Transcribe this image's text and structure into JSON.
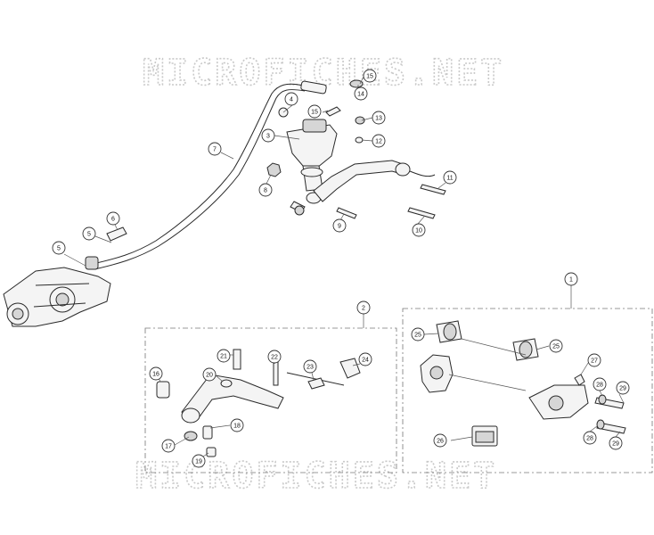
{
  "watermark": {
    "top": "MICROFICHES.NET",
    "bottom": "MICROFICHES.NET"
  },
  "callouts": {
    "c1": "1",
    "c2": "2",
    "c3": "3",
    "c4": "4",
    "c5a": "5",
    "c5b": "5",
    "c6": "6",
    "c7": "7",
    "c8": "8",
    "c9": "9",
    "c10": "10",
    "c11": "11",
    "c12": "12",
    "c13": "13",
    "c14": "14",
    "c15a": "15",
    "c15b": "15",
    "c16": "16",
    "c17": "17",
    "c18": "18",
    "c19": "19",
    "c20": "20",
    "c21": "21",
    "c22": "22",
    "c23": "23",
    "c24": "24",
    "c25a": "25",
    "c25b": "25",
    "c26": "26",
    "c27": "27",
    "c28a": "28",
    "c28b": "28",
    "c29a": "29",
    "c29b": "29"
  }
}
